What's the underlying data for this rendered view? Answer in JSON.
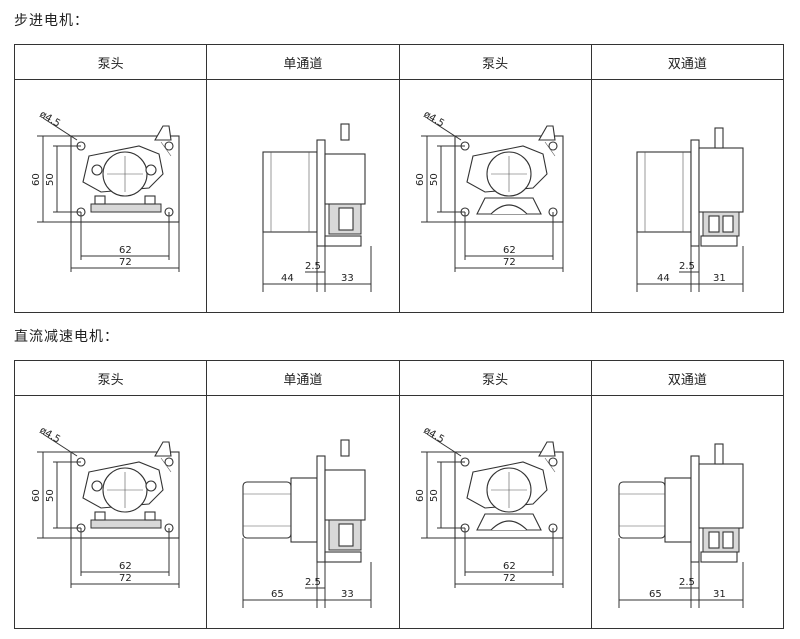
{
  "sections": [
    {
      "title": "步进电机：",
      "headers": [
        "泵头",
        "单通道",
        "泵头",
        "双通道"
      ],
      "front_dims": {
        "hole": "ø4.5",
        "height_outer": "60",
        "height_inner": "50",
        "width_inner": "62",
        "width_outer": "72"
      },
      "front_dims_b": {
        "hole": "ø4.5",
        "height_outer": "60",
        "height_inner": "50",
        "width_inner": "62",
        "width_outer": "72"
      },
      "side_single": {
        "offset": "2.5",
        "motor_len": "44",
        "head_len": "33"
      },
      "side_double": {
        "offset": "2.5",
        "motor_len": "44",
        "head_len": "31"
      }
    },
    {
      "title": "直流减速电机：",
      "headers": [
        "泵头",
        "单通道",
        "泵头",
        "双通道"
      ],
      "front_dims": {
        "hole": "ø4.5",
        "height_outer": "60",
        "height_inner": "50",
        "width_inner": "62",
        "width_outer": "72"
      },
      "front_dims_b": {
        "hole": "ø4.5",
        "height_outer": "60",
        "height_inner": "50",
        "width_inner": "62",
        "width_outer": "72"
      },
      "side_single": {
        "offset": "2.5",
        "motor_len": "65",
        "head_len": "33"
      },
      "side_double": {
        "offset": "2.5",
        "motor_len": "65",
        "head_len": "31"
      }
    }
  ]
}
